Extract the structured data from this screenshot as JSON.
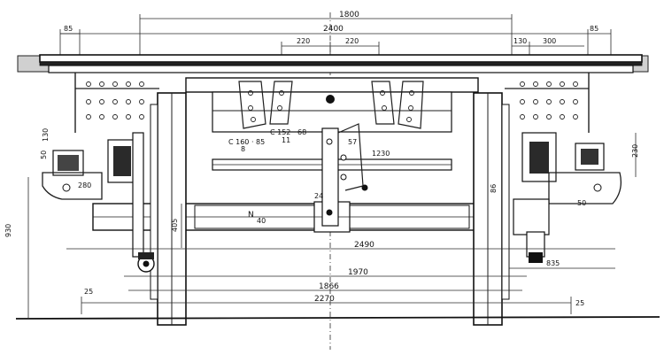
{
  "drawing": {
    "dimensions": {
      "d_1800": "1800",
      "d_2400": "2400",
      "d_85_left": "85",
      "d_85_right": "85",
      "d_220_left": "220",
      "d_220_right": "220",
      "d_130": "130",
      "d_300": "300",
      "d_1230": "1230",
      "d_2490": "2490",
      "d_1970": "1970",
      "d_1866": "1866",
      "d_2270": "2270",
      "d_835": "835",
      "d_930": "930",
      "d_230": "230",
      "d_405": "405",
      "d_280": "280",
      "d_25_left": "25",
      "d_25_right": "25",
      "d_50": "50",
      "d_130v": "130",
      "d_86": "86",
      "d_50v": "50"
    },
    "labels": {
      "axle_label": "N",
      "axle_sub": "40",
      "section_a": "C 160 · 85",
      "section_a_sub": "8",
      "section_b": "C 152 · 68",
      "section_b_sub": "11",
      "part_57": "57",
      "part_24": "24"
    }
  }
}
